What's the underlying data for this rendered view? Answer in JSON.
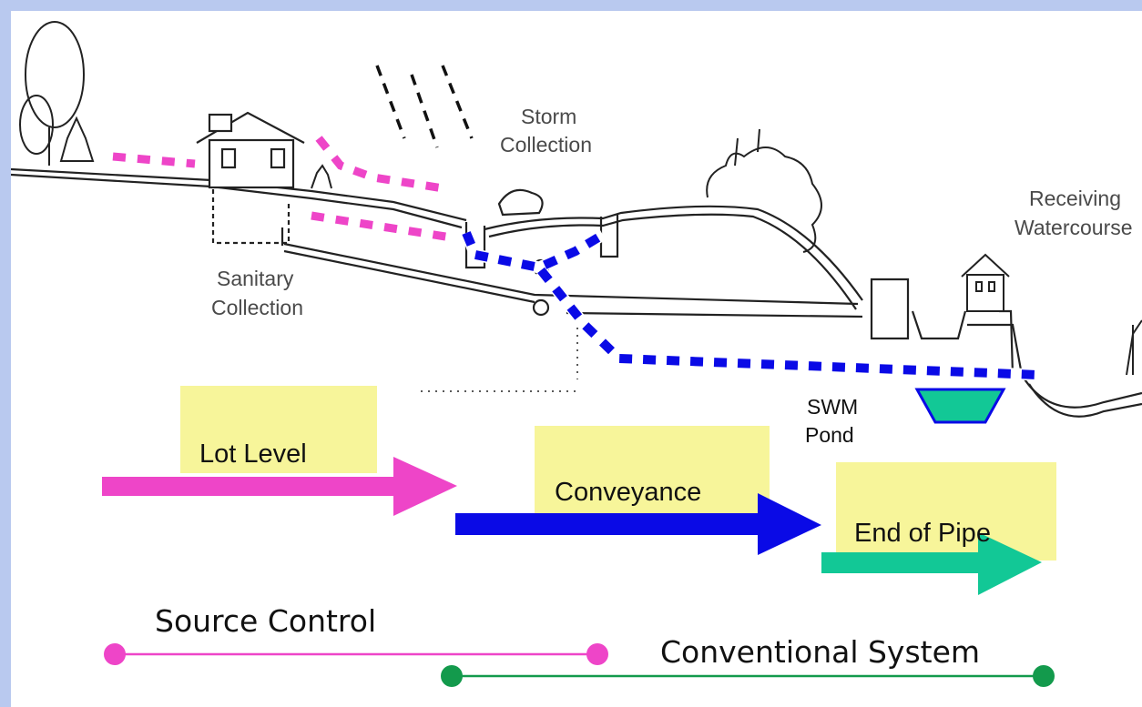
{
  "colors": {
    "source_pink": "#ee45c8",
    "conveyance_blue": "#0a0ae6",
    "end_green": "#12c896",
    "note_yellow": "#f7f59a",
    "conventional_green": "#139a4c",
    "background_frame": "#b9c9ef"
  },
  "sketch": {
    "labels": {
      "storm_line1": "Storm",
      "storm_line2": "Collection",
      "sanitary_line1": "Sanitary",
      "sanitary_line2": "Collection",
      "receiving_line1": "Receiving",
      "receiving_line2": "Watercourse",
      "swm_line1": "SWM",
      "swm_line2": "Pond"
    },
    "icons": [
      "tree-icon",
      "house-icon",
      "rain-icon",
      "shrub-icon",
      "manhole-icon",
      "pond-icon"
    ]
  },
  "phases": [
    {
      "label": "Lot Level",
      "arrow_color": "#ee45c8"
    },
    {
      "label": "Conveyance",
      "arrow_color": "#0a0ae6"
    },
    {
      "label": "End of Pipe",
      "arrow_color": "#12c896"
    }
  ],
  "ranges": {
    "source_control": "Source Control",
    "conventional_system": "Conventional System"
  }
}
